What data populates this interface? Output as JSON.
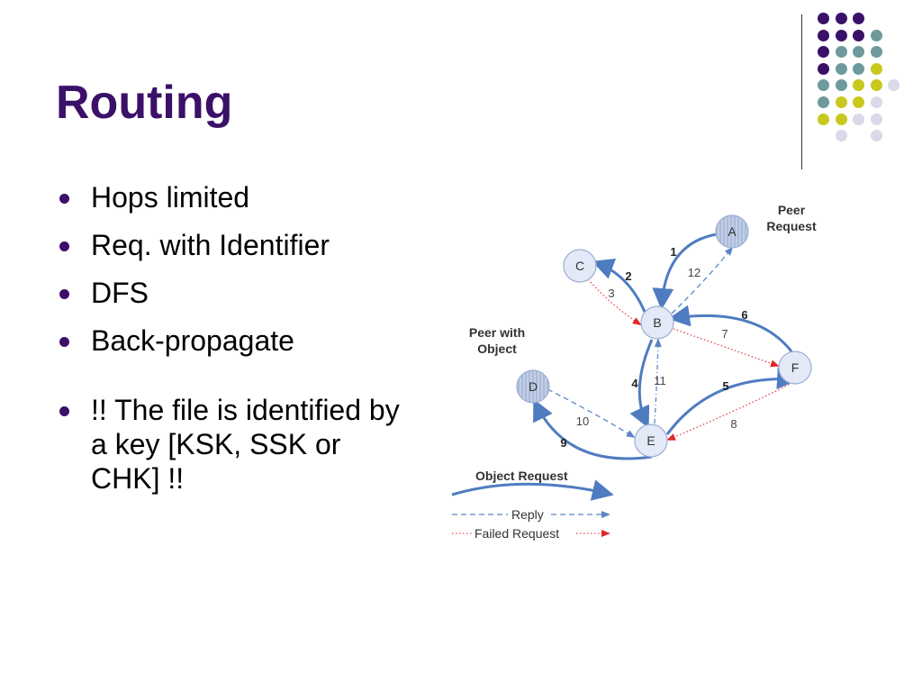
{
  "slide": {
    "title": "Routing",
    "bullets": [
      "Hops limited",
      "Req. with Identifier",
      "DFS",
      "Back-propagate",
      "!! The file is identified by a key [KSK, SSK or CHK] !!"
    ]
  },
  "decor": {
    "colors": {
      "purple": "#3b1068",
      "teal": "#6e9a9c",
      "yellow": "#c8c81e",
      "lavender": "#d9d9ea"
    }
  },
  "diagram": {
    "nodes": [
      {
        "id": "A",
        "label": "A",
        "style": "hatched"
      },
      {
        "id": "B",
        "label": "B",
        "style": "plain"
      },
      {
        "id": "C",
        "label": "C",
        "style": "plain"
      },
      {
        "id": "D",
        "label": "D",
        "style": "hatched"
      },
      {
        "id": "E",
        "label": "E",
        "style": "plain"
      },
      {
        "id": "F",
        "label": "F",
        "style": "plain"
      }
    ],
    "labels": {
      "peer_request": [
        "Peer",
        "Request"
      ],
      "peer_with_object": [
        "Peer with",
        "Object"
      ]
    },
    "edges": [
      {
        "step": "1",
        "from": "A",
        "to": "B",
        "kind": "object-request"
      },
      {
        "step": "2",
        "from": "B",
        "to": "C",
        "kind": "object-request"
      },
      {
        "step": "3",
        "from": "C",
        "to": "B",
        "kind": "failed-request"
      },
      {
        "step": "4",
        "from": "B",
        "to": "E",
        "kind": "object-request"
      },
      {
        "step": "5",
        "from": "E",
        "to": "F",
        "kind": "object-request"
      },
      {
        "step": "6",
        "from": "F",
        "to": "B",
        "kind": "object-request"
      },
      {
        "step": "7",
        "from": "B",
        "to": "F",
        "kind": "failed-request"
      },
      {
        "step": "8",
        "from": "F",
        "to": "E",
        "kind": "failed-request"
      },
      {
        "step": "9",
        "from": "E",
        "to": "D",
        "kind": "object-request"
      },
      {
        "step": "10",
        "from": "D",
        "to": "E",
        "kind": "reply"
      },
      {
        "step": "11",
        "from": "E",
        "to": "B",
        "kind": "reply"
      },
      {
        "step": "12",
        "from": "B",
        "to": "A",
        "kind": "reply"
      }
    ],
    "legend": {
      "object_request": "Object Request",
      "reply": "Reply",
      "failed_request": "Failed Request"
    },
    "colors": {
      "node_fill": "#e3e9f6",
      "node_hatched": "#b5c4e0",
      "node_stroke": "#9aaed3",
      "request": "#4f7cc0",
      "reply": "#5b86c6",
      "failed": "#e0262b"
    }
  }
}
